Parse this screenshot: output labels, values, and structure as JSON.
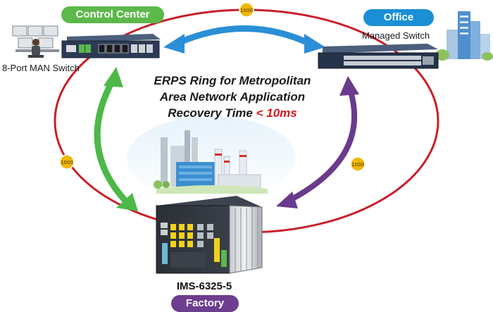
{
  "nodes": {
    "control_center": {
      "badge": "Control Center",
      "device_label": "8-Port MAN Switch"
    },
    "office": {
      "badge": "Office",
      "device_label": "Managed Switch"
    },
    "factory": {
      "badge": "Factory",
      "device_label": "IMS-6325-5"
    }
  },
  "title": {
    "line1": "ERPS Ring for Metropolitan",
    "line2": "Area Network Application",
    "line3_prefix": "Recovery Time ",
    "line3_highlight": "< 10ms"
  },
  "link_speed_badges": [
    "1000",
    "1000",
    "1000"
  ],
  "colors": {
    "ring": "#c8202a",
    "control_badge": "#5cb84a",
    "office_badge": "#1a8fd6",
    "factory_badge": "#6d3d8e",
    "arrow_blue": "#2a8fd6",
    "arrow_green": "#4cb848",
    "arrow_purple": "#6a3a8c",
    "speed_badge": "#f2b705",
    "highlight_red": "#d7181f"
  },
  "icons": {
    "control_center_operator": "operator-workstation-icon",
    "office_buildings": "office-buildings-icon",
    "factory_buildings": "factory-buildings-icon"
  }
}
